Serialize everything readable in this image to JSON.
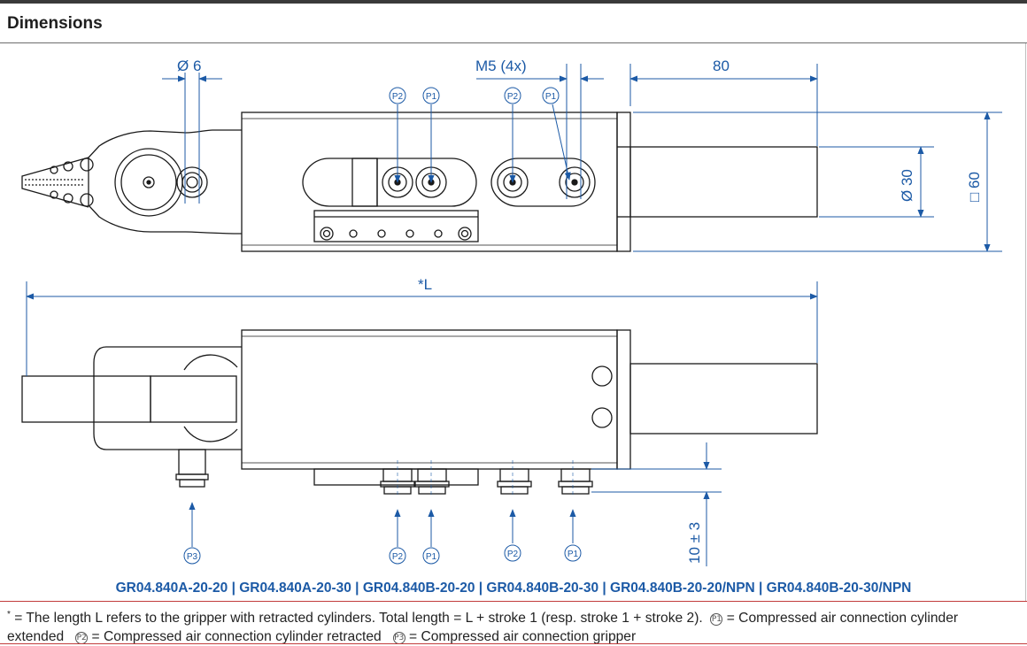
{
  "header": {
    "title": "Dimensions"
  },
  "dims": {
    "bore": "Ø 6",
    "thread": "M5 (4x)",
    "rod_len": "80",
    "rod_dia": "Ø 30",
    "body_sq": "□ 60",
    "length": "*L",
    "port_h": "10 ± 3"
  },
  "ports": {
    "p1": "P1",
    "p2": "P2",
    "p3": "P3"
  },
  "models": "GR04.840A-20-20  |  GR04.840A-20-30  |  GR04.840B-20-20  |  GR04.840B-20-30  |  GR04.840B-20-20/NPN  |  GR04.840B-20-30/NPN",
  "footnote": {
    "star": "*",
    "text1": " = The length L refers to the gripper with retracted cylinders. Total length = L + stroke 1 (resp. stroke 1 + stroke 2).",
    "p1_text": " = Compressed air connection cylinder extended",
    "p2_text": " = Compressed air connection cylinder retracted",
    "p3_text": " = Compressed air connection gripper"
  },
  "colors": {
    "dimension": "#1c5aa6",
    "rule": "#c23b3b",
    "line": "#1a1a1a"
  }
}
